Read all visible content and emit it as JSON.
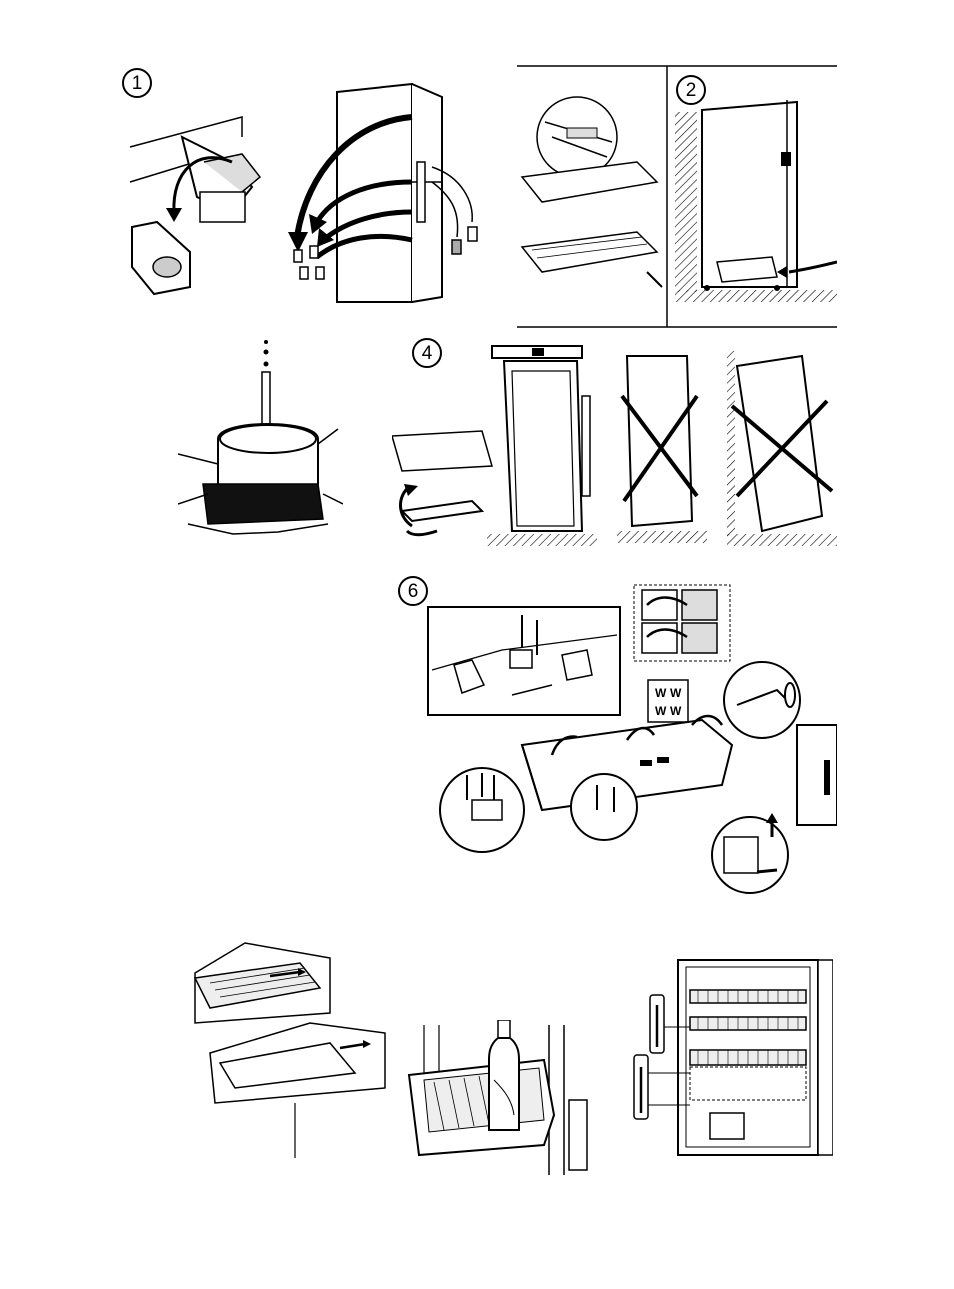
{
  "steps": {
    "s1": "1",
    "s2": "2",
    "s4": "4",
    "s6": "6"
  },
  "labels": {
    "screw_mark": "W"
  },
  "icons": {
    "step1": "hinge-and-door-parts-illustration",
    "step2": "shelf-and-plinth-illustration",
    "step3": "compressor-drip-illustration",
    "step4": "levelling-illustration",
    "step6": "door-reversal-illustration",
    "step7a": "shelf-slide-illustration",
    "step7b": "door-bottle-rack-illustration",
    "step7c": "fridge-interior-thermometer-illustration"
  }
}
